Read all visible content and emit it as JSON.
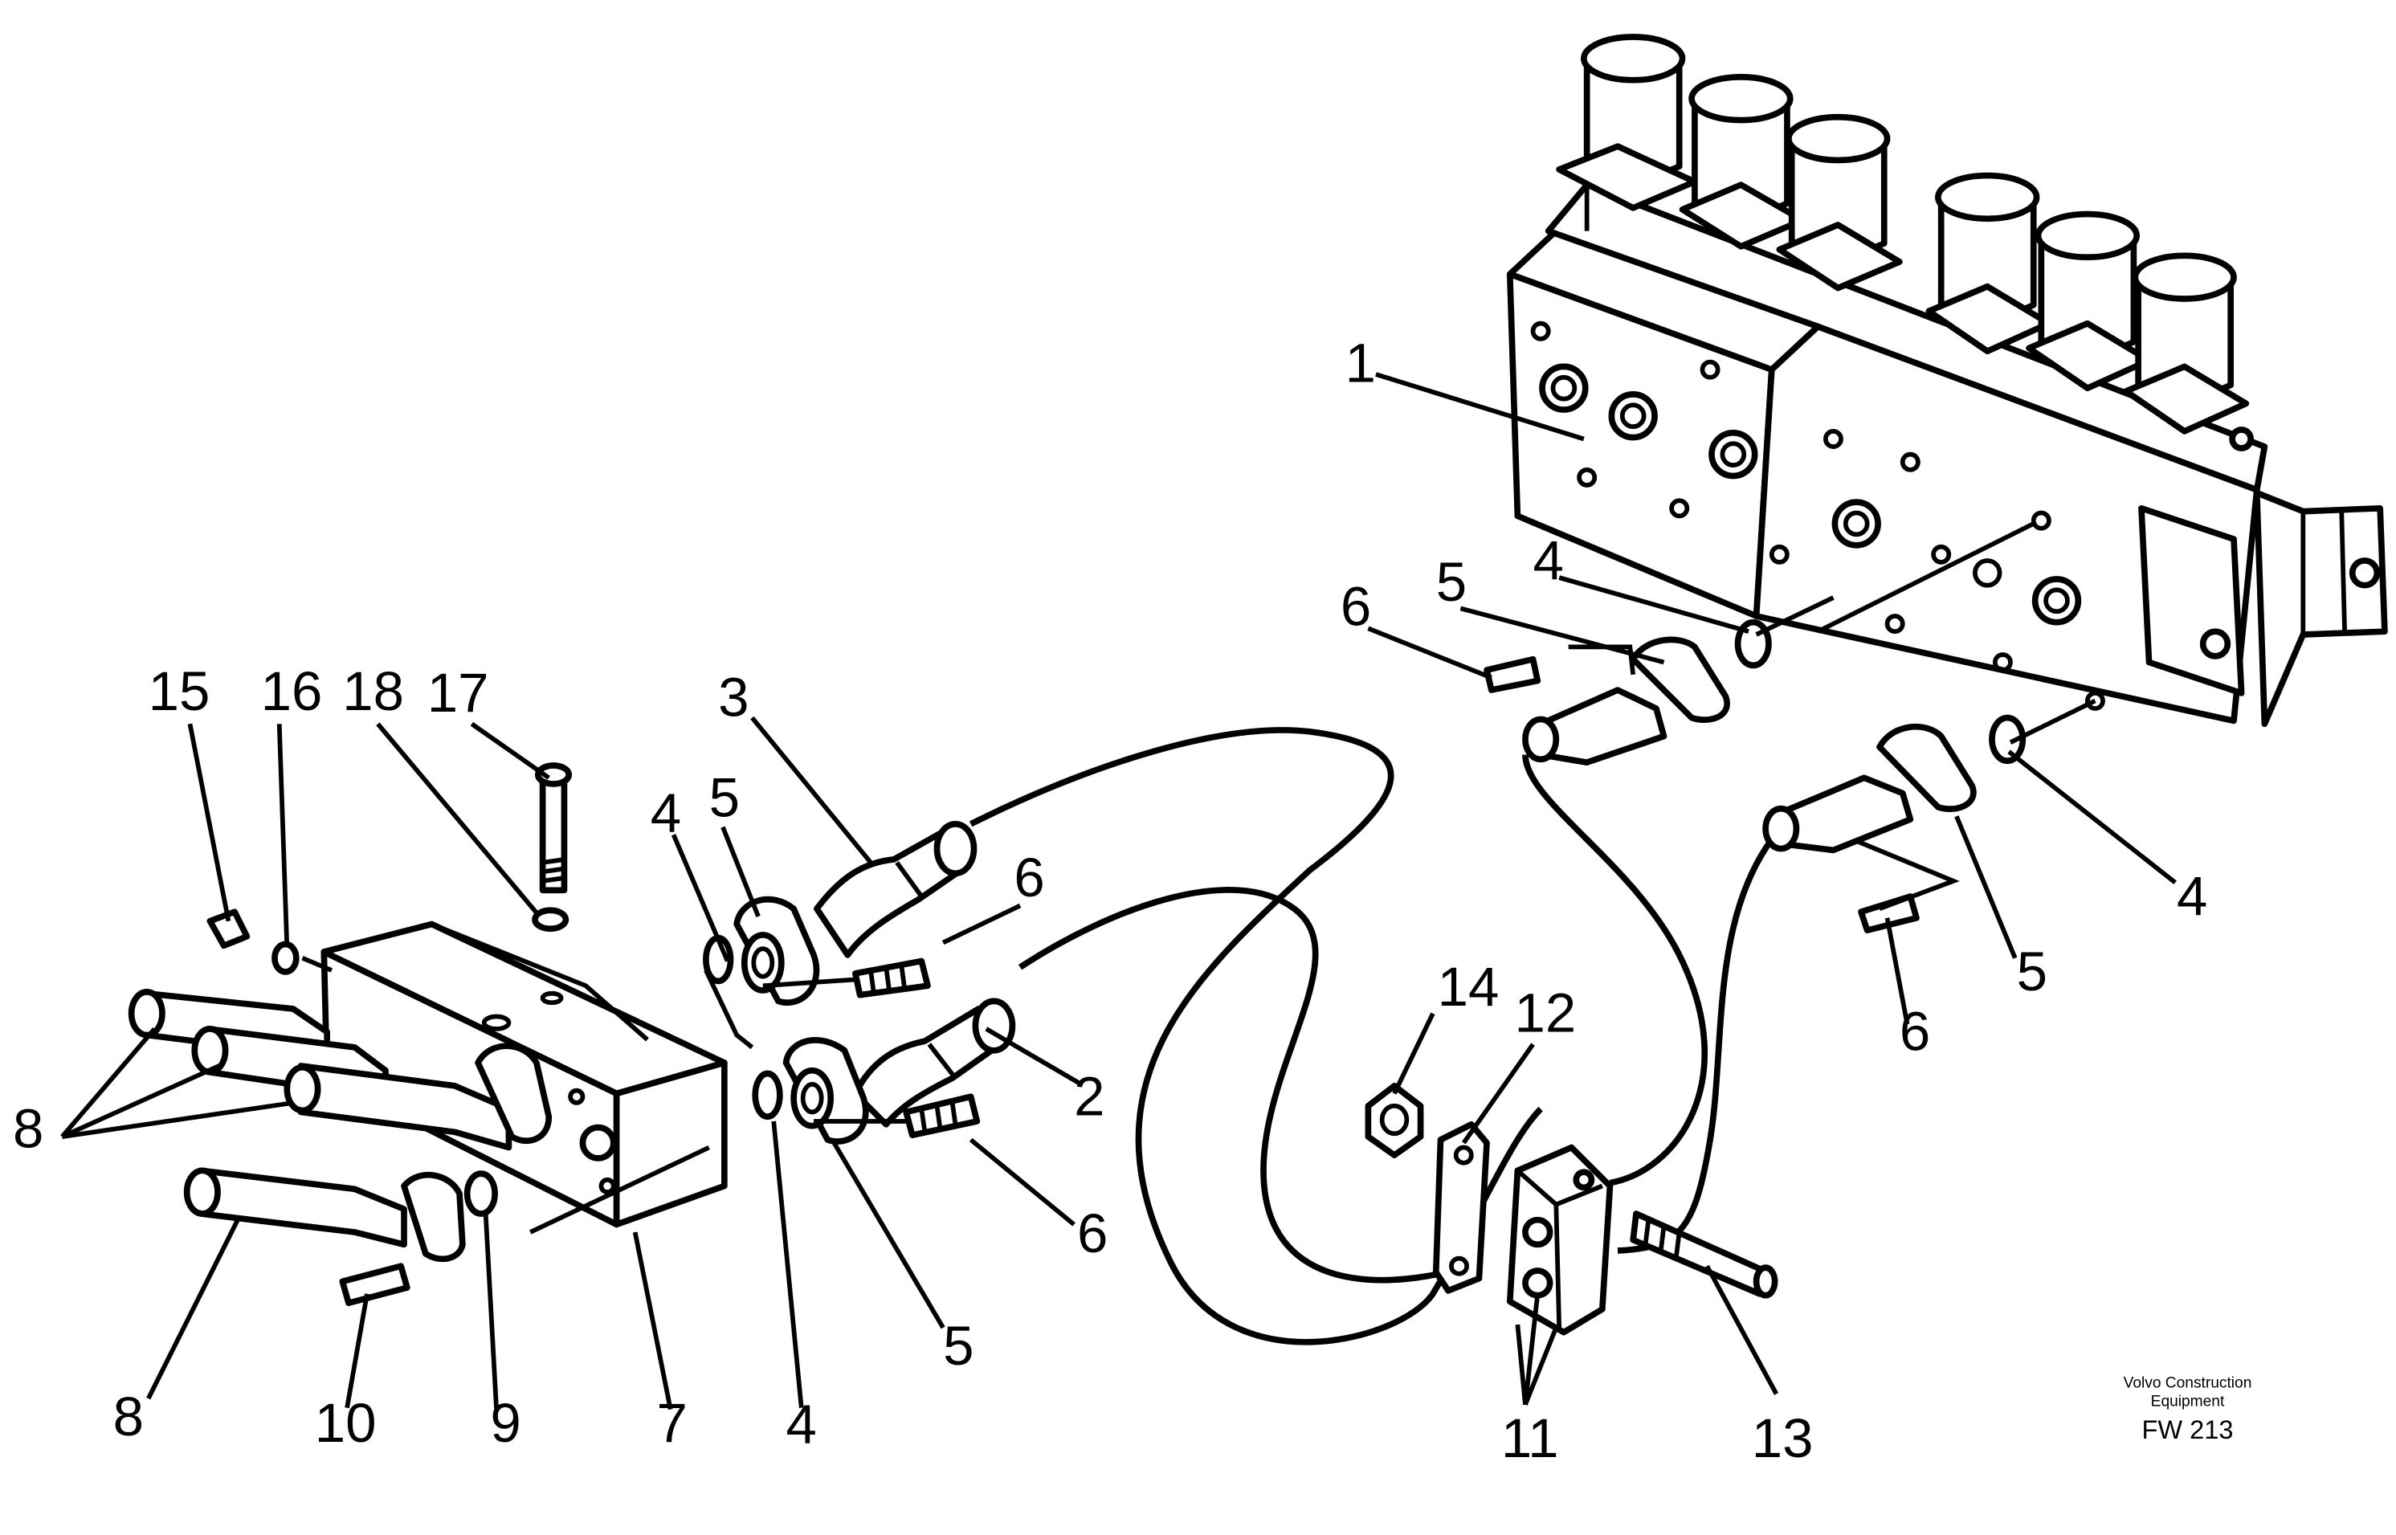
{
  "callouts": [
    {
      "id": "c1",
      "label": "1"
    },
    {
      "id": "c2",
      "label": "2"
    },
    {
      "id": "c3",
      "label": "3"
    },
    {
      "id": "c4a",
      "label": "4"
    },
    {
      "id": "c4b",
      "label": "4"
    },
    {
      "id": "c4c",
      "label": "4"
    },
    {
      "id": "c4d",
      "label": "4"
    },
    {
      "id": "c5a",
      "label": "5"
    },
    {
      "id": "c5b",
      "label": "5"
    },
    {
      "id": "c5c",
      "label": "5"
    },
    {
      "id": "c5d",
      "label": "5"
    },
    {
      "id": "c6a",
      "label": "6"
    },
    {
      "id": "c6b",
      "label": "6"
    },
    {
      "id": "c6c",
      "label": "6"
    },
    {
      "id": "c6d",
      "label": "6"
    },
    {
      "id": "c7",
      "label": "7"
    },
    {
      "id": "c8a",
      "label": "8"
    },
    {
      "id": "c8b",
      "label": "8"
    },
    {
      "id": "c9",
      "label": "9"
    },
    {
      "id": "c10",
      "label": "10"
    },
    {
      "id": "c11",
      "label": "11"
    },
    {
      "id": "c12",
      "label": "12"
    },
    {
      "id": "c13",
      "label": "13"
    },
    {
      "id": "c14",
      "label": "14"
    },
    {
      "id": "c15",
      "label": "15"
    },
    {
      "id": "c16",
      "label": "16"
    },
    {
      "id": "c17",
      "label": "17"
    },
    {
      "id": "c18",
      "label": "18"
    }
  ],
  "footer": {
    "maker_line1": "Volvo Construction",
    "maker_line2": "Equipment",
    "figure_code": "FW 213"
  }
}
